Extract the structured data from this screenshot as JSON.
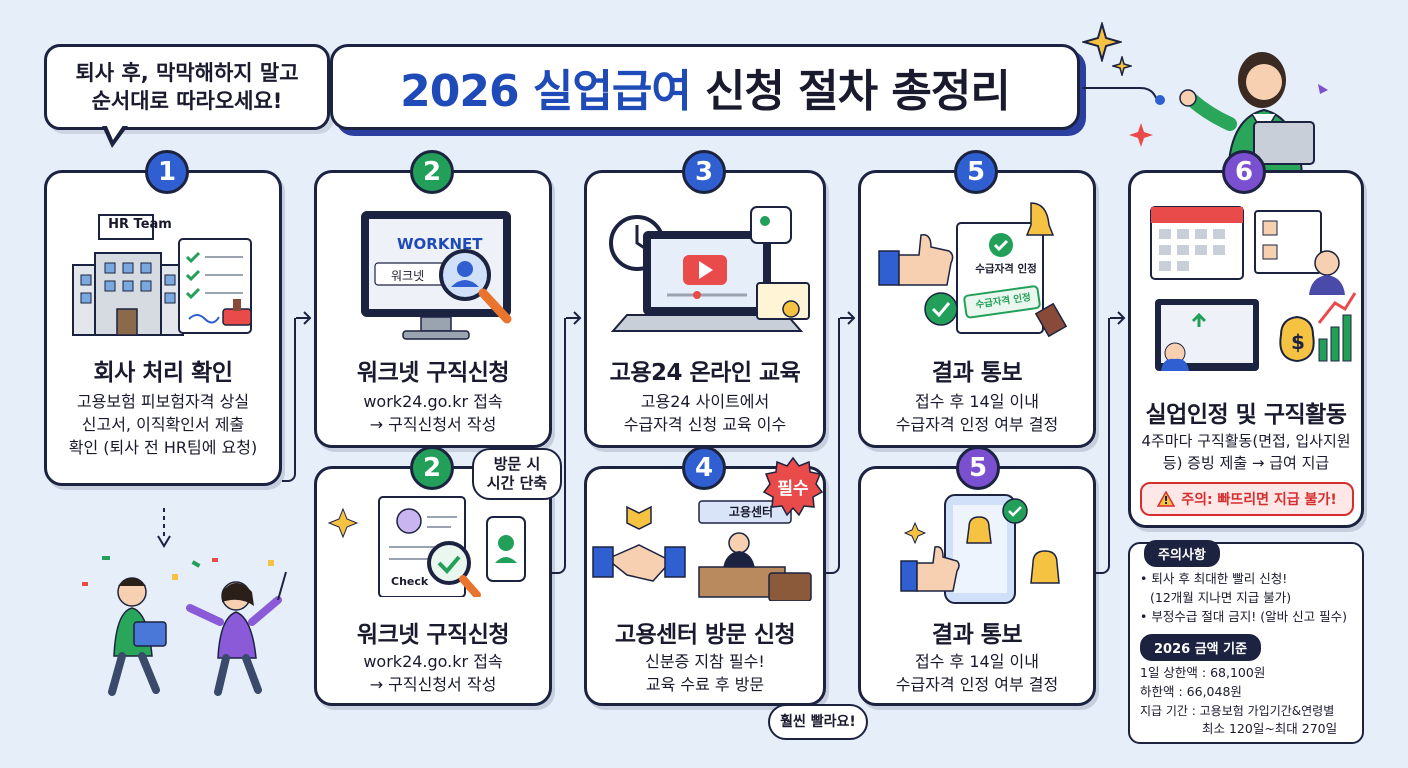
{
  "header": {
    "bubble_line1": "퇴사 후, 막막해하지 말고",
    "bubble_line2": "순서대로 따라오세요!",
    "title_accent": "2026 실업급여",
    "title_rest": "신청 절차 총정리"
  },
  "steps": [
    {
      "number": "1",
      "title": "회사 처리 확인",
      "desc1": "고용보험 피보험자격 상실",
      "desc2": "신고서, 이직확인서 제출",
      "desc3": "확인 (퇴사 전 HR팀에 요청)",
      "illus_label": "HR Team"
    },
    {
      "number": "2",
      "title": "워크넷 구직신청",
      "desc1": "work24.go.kr 접속",
      "desc2": "→ 구직신청서 작성",
      "illus_label": "WORKNET",
      "illus_label2": "워크넷"
    },
    {
      "number": "2",
      "title": "워크넷 구직신청",
      "desc1": "work24.go.kr 접속",
      "desc2": "→ 구직신청서 작성",
      "bubble": "방문 시\n시간 단축",
      "bubble_line1": "방문 시",
      "bubble_line2": "시간 단축",
      "illus_label": "Check"
    },
    {
      "number": "3",
      "title": "고용24 온라인 교육",
      "desc1": "고용24 사이트에서",
      "desc2": "수급자격 신청 교육 이수"
    },
    {
      "number": "4",
      "title": "고용센터 방문 신청",
      "desc1": "신분증 지참 필수!",
      "desc2": "교육 수료 후 방문",
      "badge": "필수",
      "illus_label": "고용센터",
      "bottom_bubble": "훨씬 빨라요!"
    },
    {
      "number": "5",
      "title": "결과 통보",
      "desc1": "접수 후 14일 이내",
      "desc2": "수급자격 인정 여부 결정",
      "illus_label": "수급자격 인정",
      "illus_stamp": "수급자격 인정"
    },
    {
      "number": "5",
      "title": "결과 통보",
      "desc1": "접수 후 14일 이내",
      "desc2": "수급자격 인정 여부 결정"
    },
    {
      "number": "6",
      "title": "실업인정 및 구직활동",
      "desc1": "4주마다 구직활동(면접, 입사지원",
      "desc2": "등) 증빙 제출 → 급여 지급",
      "warning": "주의: 빠뜨리면 지급 불가!"
    }
  ],
  "notes": {
    "header": "주의사항",
    "item1": "• 퇴사 후 최대한 빨리 신청!",
    "item1_sub": "(12개월 지나면 지급 불가)",
    "item2": "• 부정수급 절대 금지! (알바 신고 필수)",
    "amount_header": "2026 금액 기준",
    "amount1": "1일 상한액 : 68,100원",
    "amount2": "하한액 : 66,048원",
    "amount3": "지급 기간 : 고용보험 가입기간&연령별",
    "amount4": "최소 120일~최대 270일"
  },
  "colors": {
    "accent_blue": "#1e4bb8",
    "badge_blue": "#2f5fd0",
    "badge_green": "#22a05a",
    "badge_purple": "#7a4fd0",
    "warning_red": "#d62d2d",
    "background": "#e6eefa"
  }
}
